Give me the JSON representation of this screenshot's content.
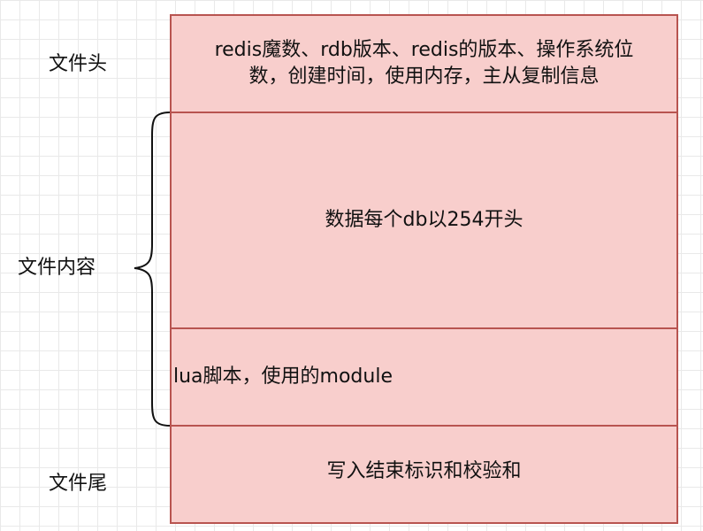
{
  "labels": {
    "header": "文件头",
    "content": "文件内容",
    "footer": "文件尾"
  },
  "blocks": {
    "header_line1": "redis魔数、rdb版本、redis的版本、操作系统位",
    "header_line2": "数，创建时间，使用内存，主从复制信息",
    "data": "数据每个db以254开头",
    "lua": "lua脚本，使用的module",
    "footer": "写入结束标识和校验和"
  },
  "colors": {
    "block_fill": "#f8cecc",
    "block_border": "#b85450",
    "grid": "#e9e9e9"
  }
}
